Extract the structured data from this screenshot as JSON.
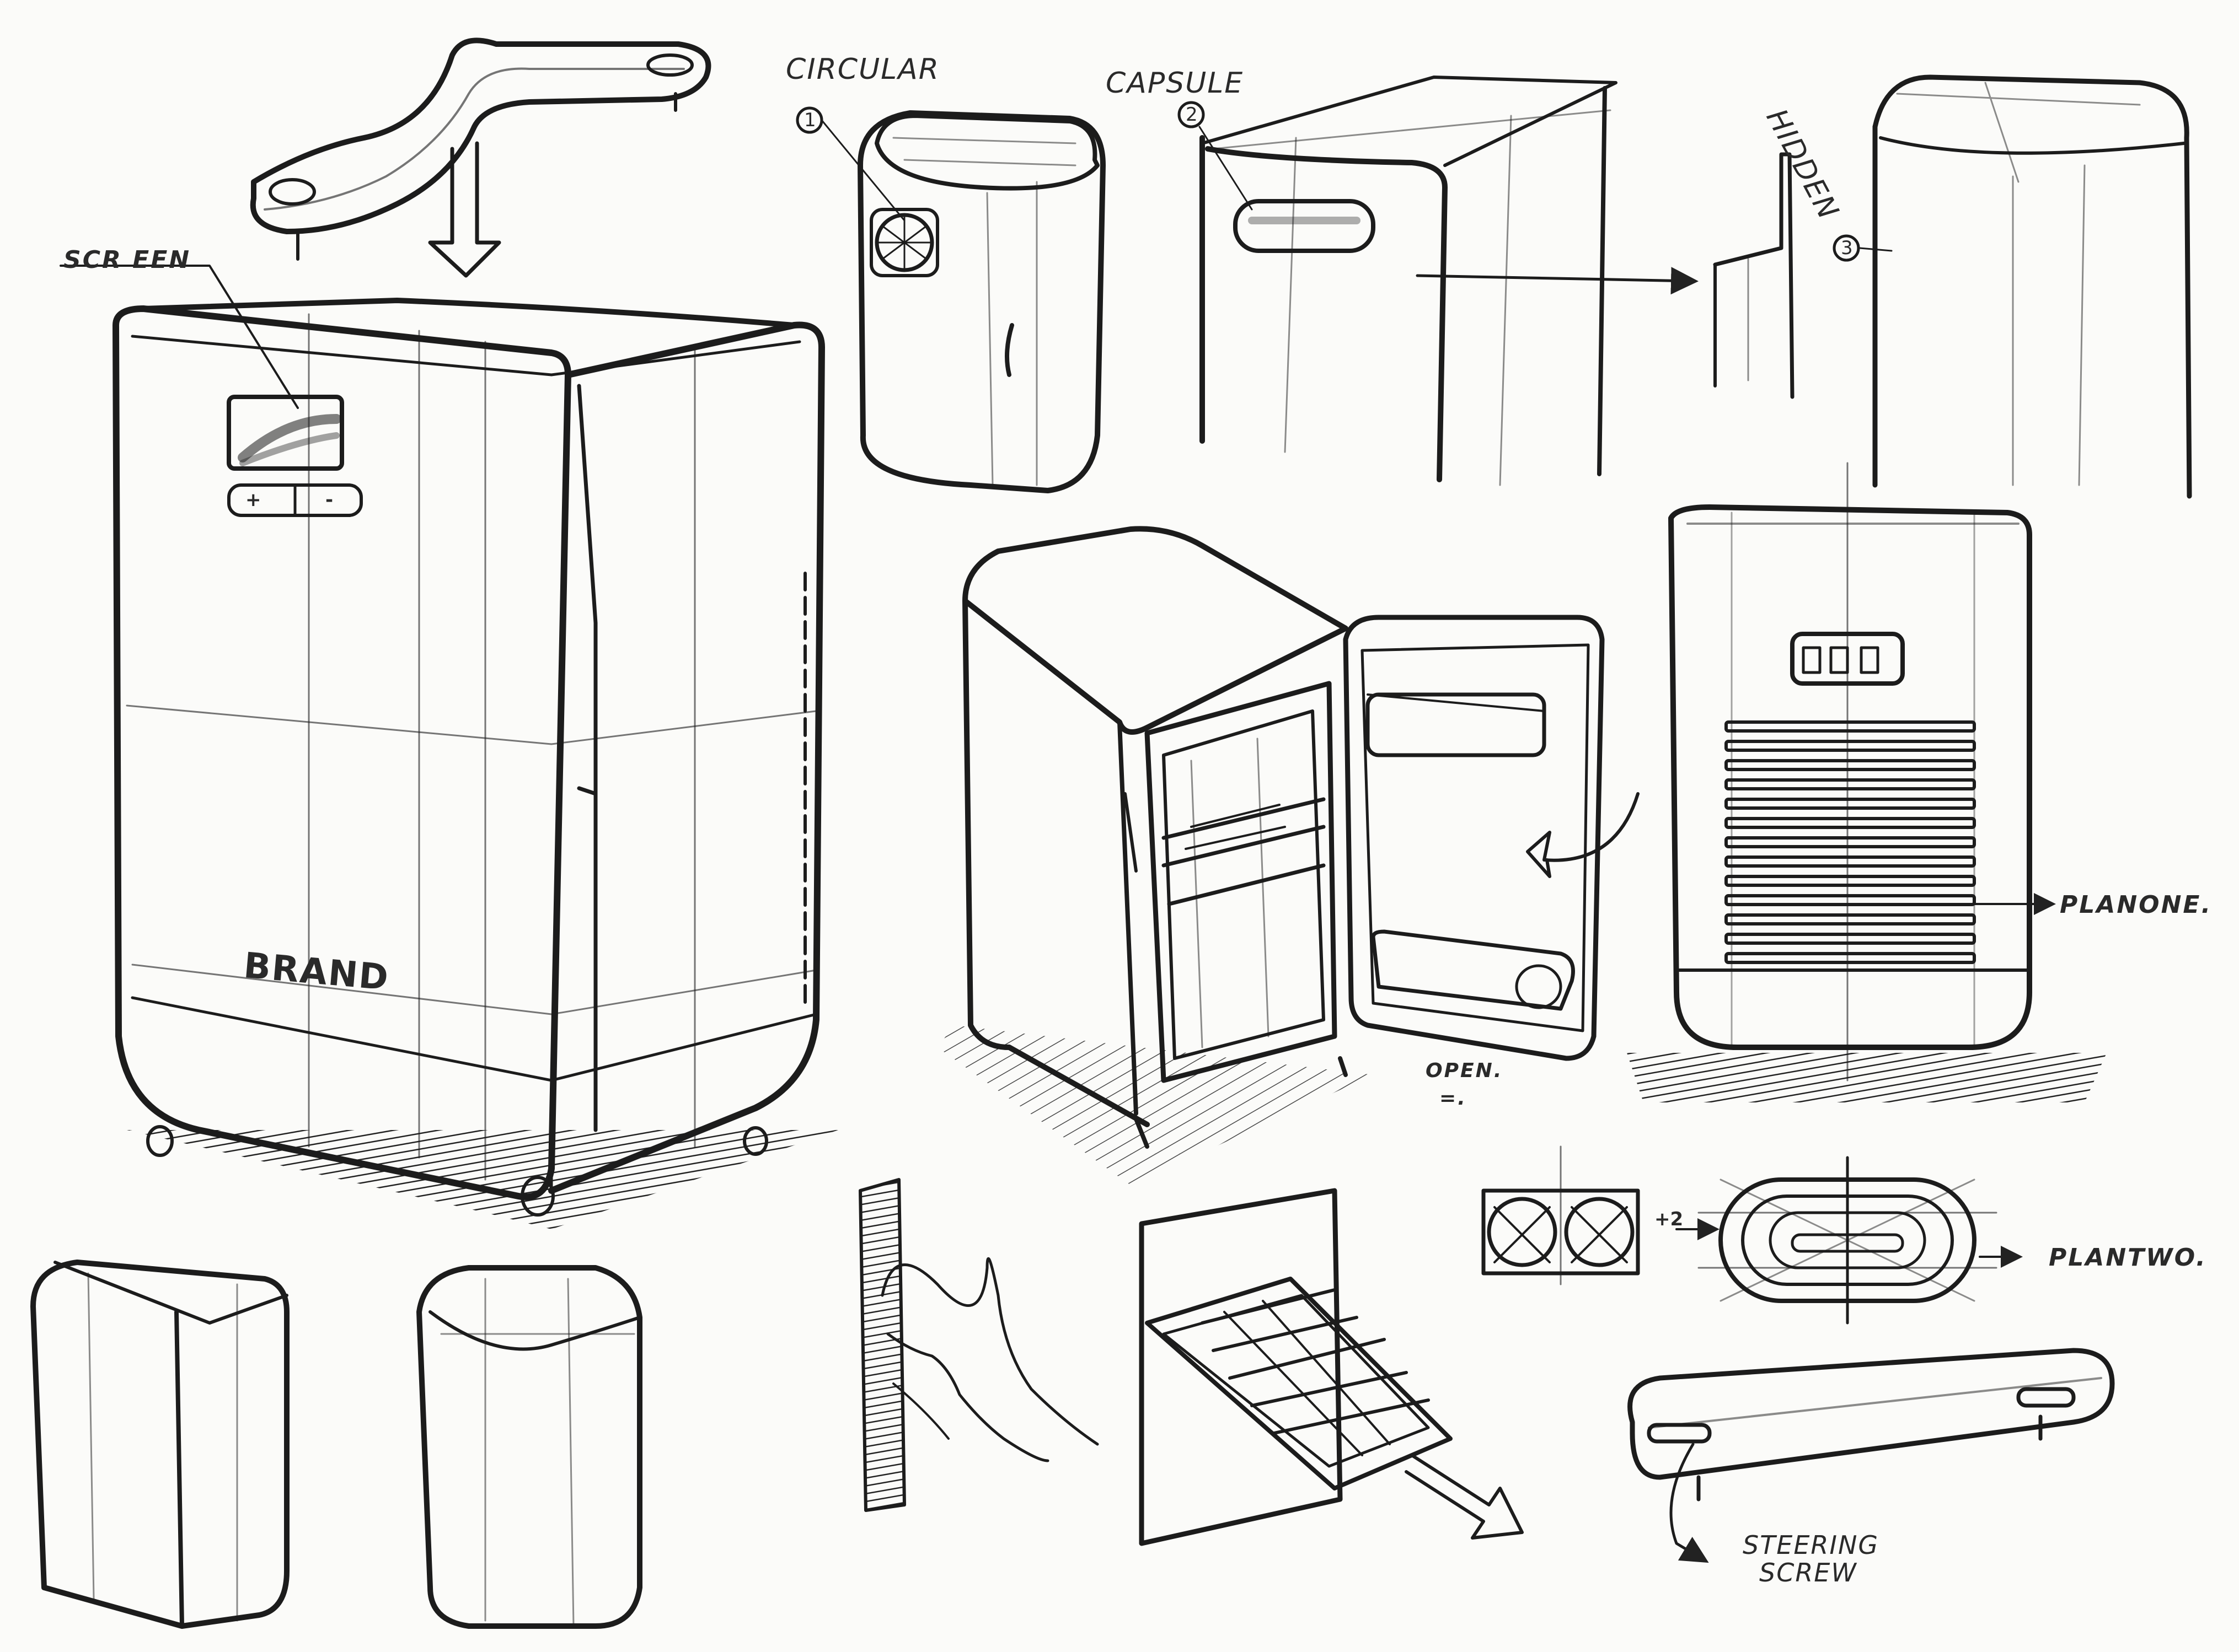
{
  "sketch": {
    "main_view": {
      "screen_label": "SCR EEN",
      "brand_label": "BRAND",
      "plus_button": "+",
      "minus_button": "-"
    },
    "handle_options": {
      "option_1": {
        "label": "CIRCULAR",
        "number": "1"
      },
      "option_2": {
        "label": "CAPSULE",
        "number": "2"
      },
      "option_3": {
        "label": "HIDDEN",
        "number": "3"
      }
    },
    "open_view": {
      "note_line1": "OPEN.",
      "note_line2": "=."
    },
    "rear_view": {
      "plan_one_label": "PLANONE."
    },
    "vent_detail": {
      "arrow_mark": "+2",
      "plan_two_label": "PLANTWO."
    },
    "handle_detail": {
      "steering_screw_line1": "STEERING",
      "steering_screw_line2": "SCREW"
    }
  }
}
